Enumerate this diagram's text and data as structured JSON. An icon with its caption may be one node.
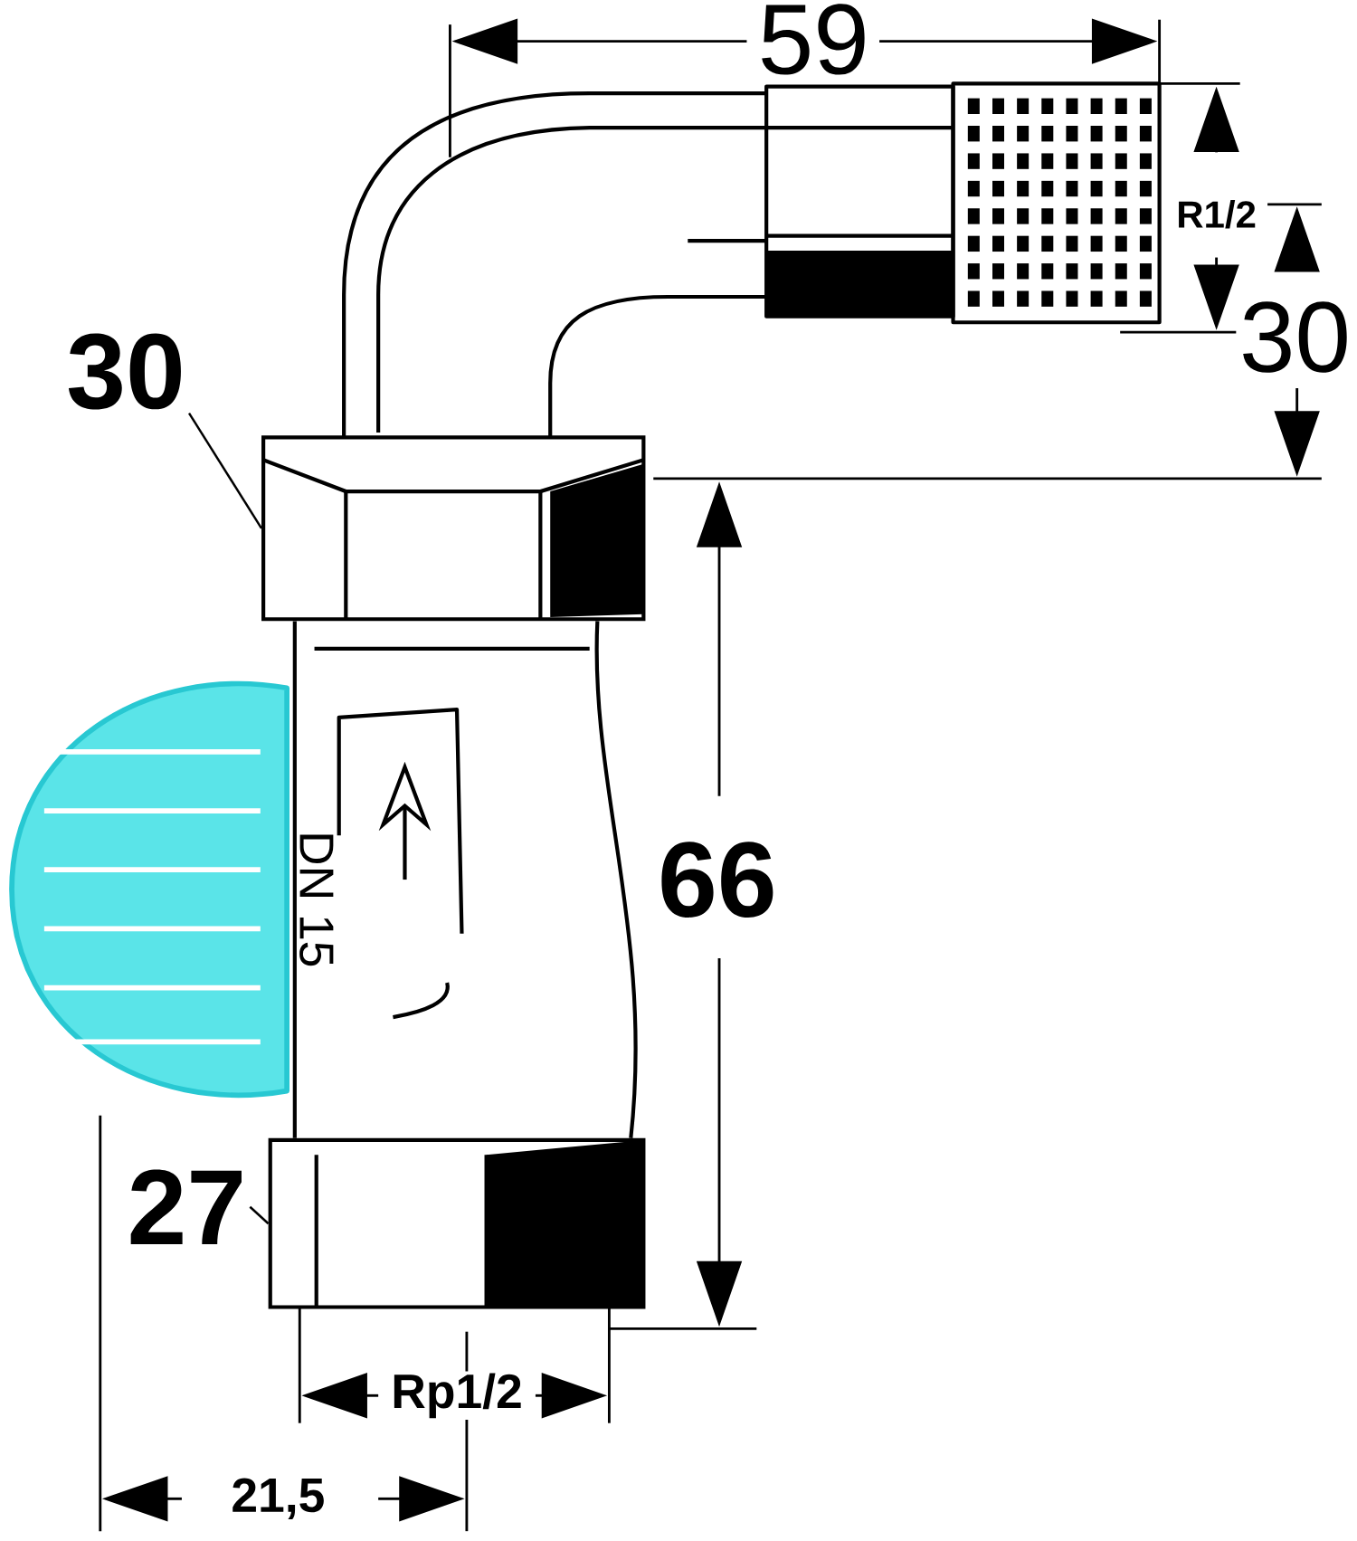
{
  "diagram": {
    "nodes": [
      {
        "text": [
          "30"
        ]
      },
      {
        "text": [
          "27"
        ]
      },
      {
        "text": [],
        "shape": "picture"
      },
      {
        "text": [],
        "shape": "picture"
      }
    ],
    "edges": [
      {
        "from": 0,
        "to": 2,
        "arrow": "none"
      },
      {
        "from": 1,
        "to": 3,
        "arrow": "none"
      }
    ],
    "labels": [
      "59",
      "R1/2",
      "30",
      "DN 15",
      "66",
      "Rp1/2",
      "21,5"
    ]
  }
}
